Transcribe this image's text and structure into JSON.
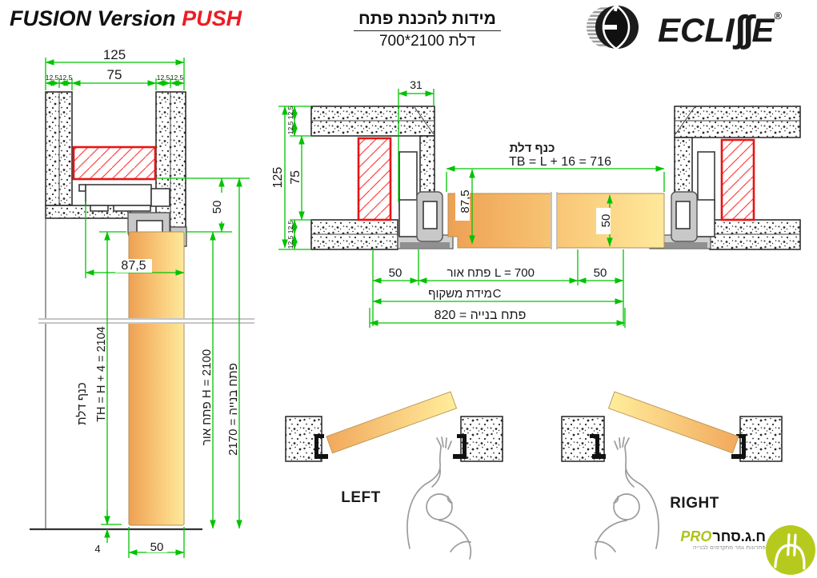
{
  "title": {
    "main": "FUSION Version",
    "push": "PUSH"
  },
  "heading": {
    "line1": "מידות להכנת פתח",
    "line2": "דלת 2100*700"
  },
  "brand": {
    "prefix": "ECLI",
    "esses": "∫∫",
    "suffix": "E",
    "registered": "®"
  },
  "vertical_section": {
    "dim_125": "125",
    "dim_75": "75",
    "dim_12_5": "12,5",
    "dim_50_side": "50",
    "dim_87_5": "87,5",
    "leaf_label": "כנף דלת",
    "th_formula": "TH = H + 4 = 2104",
    "light_opening": "פתח אור  H = 2100",
    "construction_opening": "פתח בנייה = 2170",
    "dim_4": "4",
    "dim_50_bottom": "50"
  },
  "horizontal_section": {
    "dim_31": "31",
    "dim_125": "125",
    "dim_75": "75",
    "dim_12_5": "12,5",
    "leaf_label": "כנף דלת",
    "tb_formula": "TB = L + 16 = 716",
    "dim_87_5": "87,5",
    "dim_50_thickness": "50",
    "row1_left_50": "50",
    "row1_light_opening": "פתח אור",
    "row1_l_formula": "L = 700",
    "row1_right_50": "50",
    "row2_frame_label": "מידת משקוף",
    "row2_c": "C",
    "row3_construction": "פתח בנייה = 820"
  },
  "swing": {
    "left": "LEFT",
    "right": "RIGHT"
  },
  "footer": {
    "pro": "PRO",
    "company": "ח.ג.סחר",
    "tagline": "פתרונות גמר מתקדמים לבנייה"
  },
  "colors": {
    "dimension_green": "#00c300",
    "highlight_red": "#e81414",
    "push_red": "#ed1c24",
    "door_orange": "#efa156",
    "door_yellow": "#ffe9a0",
    "accent_lime": "#b6ca1d"
  }
}
